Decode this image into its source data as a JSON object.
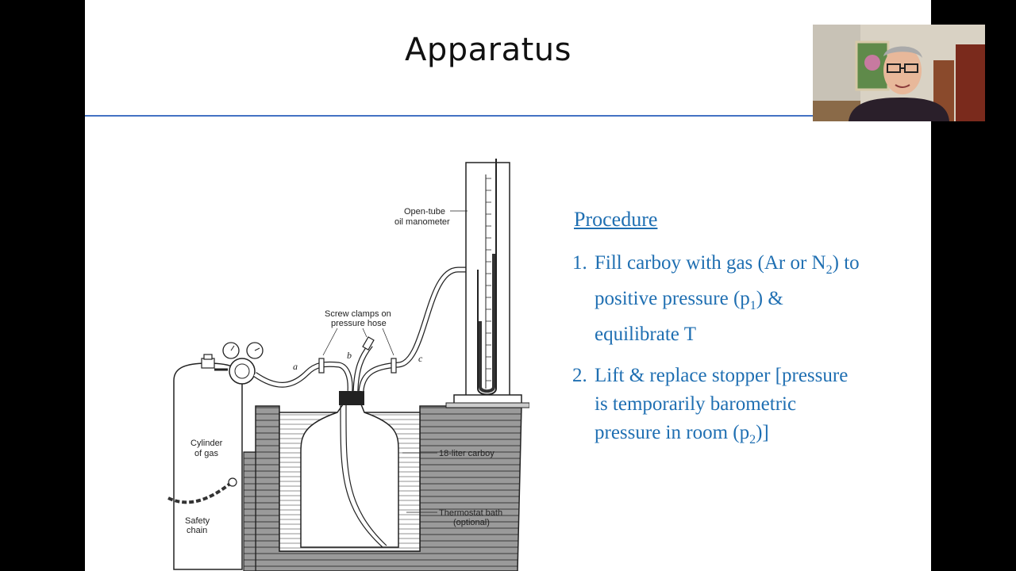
{
  "slide": {
    "title": "Apparatus",
    "accent_color": "#4472c4",
    "text_color": "#1f6fb2"
  },
  "procedure": {
    "heading": "Procedure",
    "steps": [
      {
        "number": "1.",
        "line1_pre": "Fill carboy with gas (Ar or N",
        "line1_sub": "2",
        "line1_post": ") to",
        "line2_pre": "positive pressure (p",
        "line2_sub": "1",
        "line2_post": ") &",
        "line3": "equilibrate T"
      },
      {
        "number": "2.",
        "line1": "Lift & replace stopper [pressure",
        "line2": "is temporarily barometric",
        "line3_pre": "pressure in room (p",
        "line3_sub": "2",
        "line3_post": ")]"
      }
    ]
  },
  "diagram": {
    "labels": {
      "manometer_1": "Open-tube",
      "manometer_2": "oil manometer",
      "clamps_1": "Screw clamps on",
      "clamps_2": "pressure hose",
      "cylinder_1": "Cylinder",
      "cylinder_2": "of gas",
      "carboy": "18-liter carboy",
      "bath_1": "Thermostat bath",
      "bath_2": "(optional)",
      "chain_1": "Safety",
      "chain_2": "chain",
      "hose_a": "a",
      "hose_b": "b",
      "hose_c": "c"
    }
  },
  "webcam": {
    "label": "presenter-video"
  }
}
